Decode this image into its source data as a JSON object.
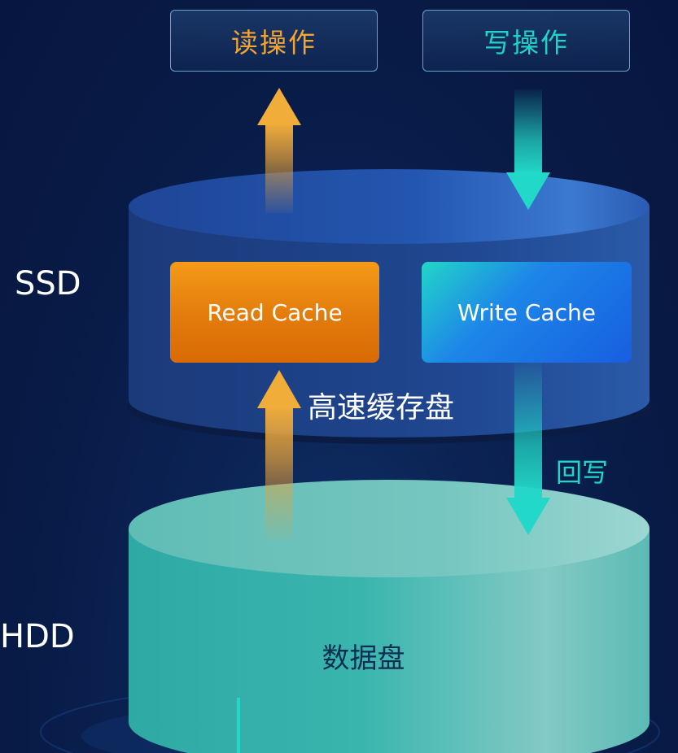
{
  "operations": {
    "read": "读操作",
    "write": "写操作"
  },
  "tiers": {
    "ssd": "SSD",
    "hdd": "HDD"
  },
  "cache": {
    "read": "Read Cache",
    "write": "Write Cache"
  },
  "ssd_disk_label": "高速缓存盘",
  "writeback_label": "回写",
  "hdd_disk_label": "数据盘",
  "colors": {
    "read_accent": "#f2a531",
    "write_accent": "#21d2c6",
    "ssd_disk": "#1d3e86",
    "hdd_disk": "#3ab3ad",
    "background": "#081a45"
  }
}
